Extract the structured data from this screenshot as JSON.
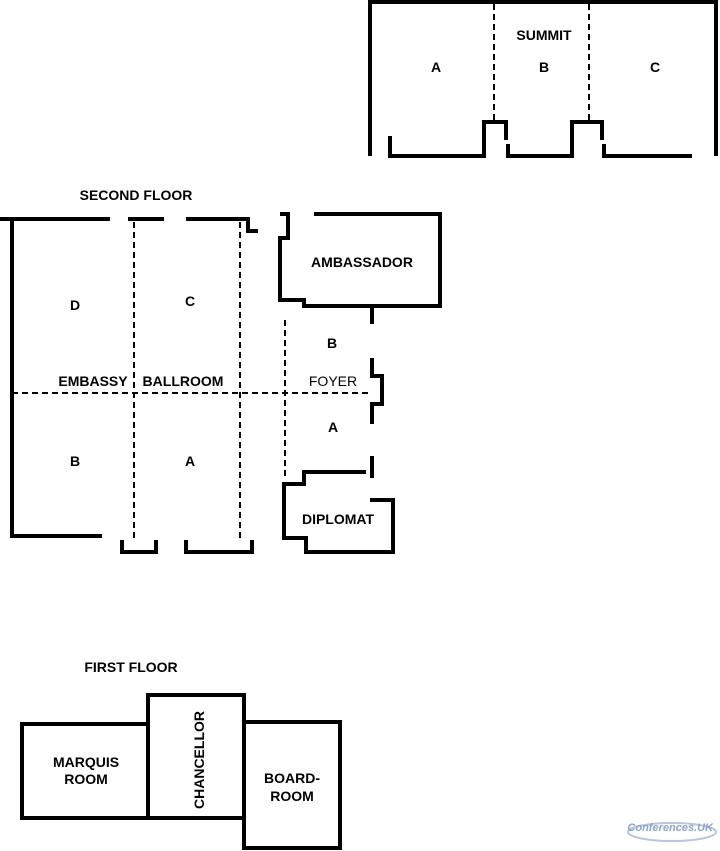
{
  "summit": {
    "title": "SUMMIT",
    "sections": [
      "A",
      "B",
      "C"
    ]
  },
  "second_floor": {
    "heading": "SECOND FLOOR",
    "embassy": "EMBASSY",
    "ballroom": "BALLROOM",
    "sections": {
      "d": "D",
      "c": "C",
      "b": "B",
      "a": "A"
    },
    "ambassador": "AMBASSADOR",
    "foyer": "FOYER",
    "foyer_b": "B",
    "foyer_a": "A",
    "diplomat": "DIPLOMAT"
  },
  "first_floor": {
    "heading": "FIRST FLOOR",
    "marquis_line1": "MARQUIS",
    "marquis_line2": "ROOM",
    "chancellor": "CHANCELLOR",
    "board_line1": "BOARD-",
    "board_line2": "ROOM"
  },
  "watermark": "Conferences.UK"
}
